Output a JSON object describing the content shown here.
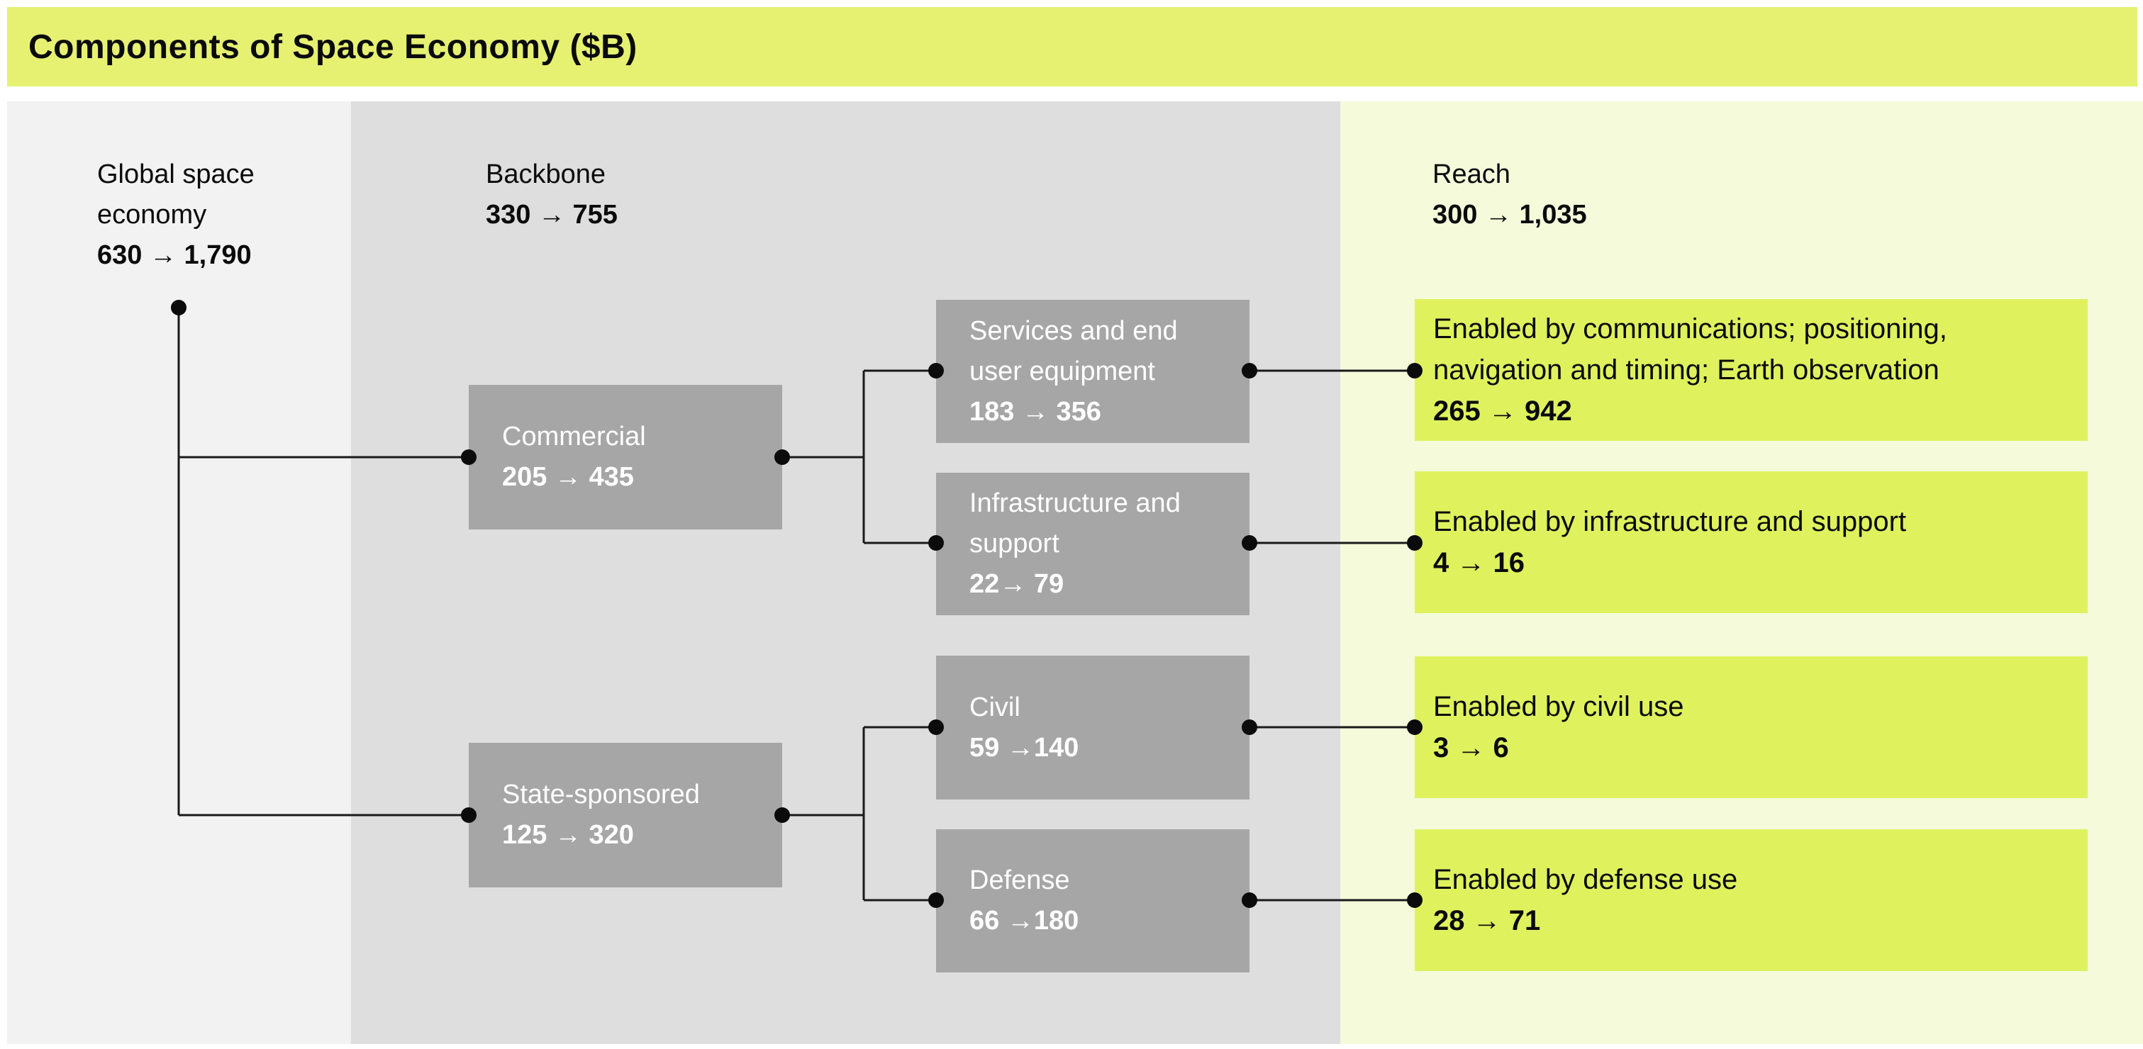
{
  "title": "Components of Space Economy ($B)",
  "colors": {
    "title_bar": "#E6F172",
    "reach_box": "#DFF25E",
    "reach_column": "#F4FADA",
    "left_column": "#F2F2F2",
    "mid_column": "#DEDEDE",
    "node_box": "#A6A6A6",
    "connector": "#1A1A1A",
    "node_text": "#FFFFFF",
    "text": "#0B0B0B"
  },
  "headers": {
    "global": {
      "label": "Global space economy",
      "value": "630 → 1,790"
    },
    "backbone": {
      "label": "Backbone",
      "value": "330 → 755"
    },
    "reach": {
      "label": "Reach",
      "value": "300 → 1,035"
    }
  },
  "nodes": {
    "commercial": {
      "label": "Commercial",
      "value": "205 → 435"
    },
    "state_sponsored": {
      "label": "State-sponsored",
      "value": "125 → 320"
    },
    "services": {
      "label": "Services and end user equipment",
      "value": "183 → 356"
    },
    "infrastructure": {
      "label": "Infrastructure and support",
      "value": "22→ 79"
    },
    "civil": {
      "label": "Civil",
      "value": "59 →140"
    },
    "defense": {
      "label": "Defense",
      "value": "66 →180"
    }
  },
  "reach_boxes": {
    "communications": {
      "label": "Enabled by communications; positioning, navigation and timing; Earth observation",
      "value": "265 → 942"
    },
    "infrastructure": {
      "label": "Enabled by infrastructure and support",
      "value": "4 → 16"
    },
    "civil": {
      "label": "Enabled by civil use",
      "value": "3 → 6"
    },
    "defense": {
      "label": "Enabled by defense use",
      "value": "28 → 71"
    }
  }
}
